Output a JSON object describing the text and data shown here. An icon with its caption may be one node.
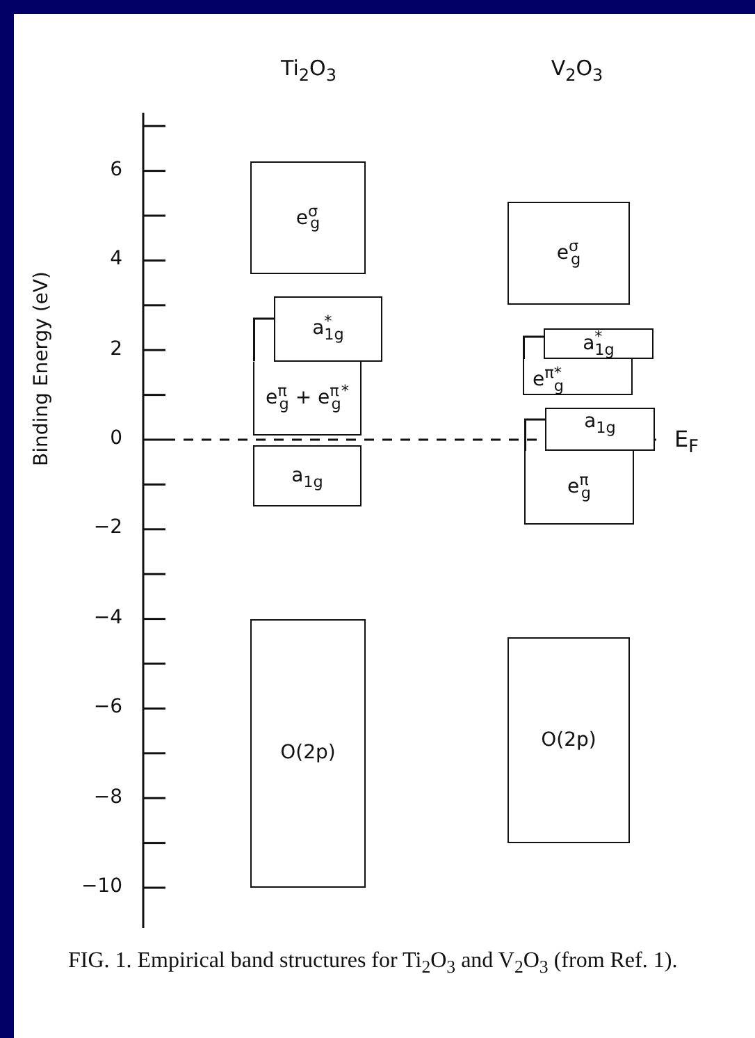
{
  "diagram": {
    "caption": "FIG. 1. Empirical band structures for Ti$_{2}$O$_{3}$ and V$_{2}$O$_{3}$ (from Ref. 1).",
    "nodes": [
      {
        "text": [
          "e$^{σ}$$_{g}$"
        ]
      },
      {
        "text": [
          "a$^{*}$$_{1g}$"
        ]
      },
      {
        "text": [
          "e$^{π}$$_{g}$ + e$^{π}$$_{g}$$^{*}$"
        ]
      },
      {
        "text": [
          "a$_{1g}$"
        ]
      },
      {
        "text": [
          "O(2p)"
        ]
      },
      {
        "text": [
          "e$^{σ}$$_{g}$"
        ]
      },
      {
        "text": [
          "a$^{*}$$_{1g}$"
        ]
      },
      {
        "text": [
          "e$^{π*}$$_{g}$"
        ]
      },
      {
        "text": [
          "a$_{1g}$"
        ]
      },
      {
        "text": [
          "e$^{π}$$_{g}$"
        ]
      },
      {
        "text": [
          "O(2p)"
        ]
      }
    ],
    "labels": [
      "Ti$_{2}$O$_{3}$",
      "V$_{2}$O$_{3}$",
      "6",
      "4",
      "2",
      "0",
      "−2",
      "−4",
      "−6",
      "−8",
      "−10",
      "Binding Energy (eV)",
      "E$_{F}$"
    ]
  }
}
